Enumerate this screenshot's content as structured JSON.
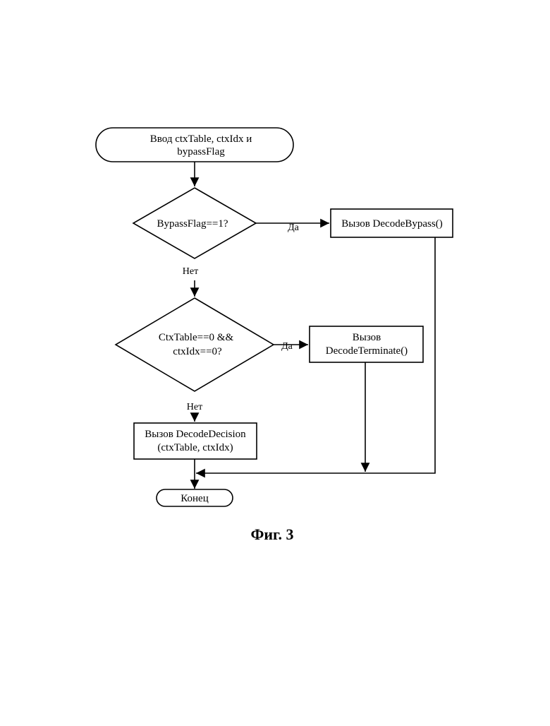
{
  "nodes": {
    "start": {
      "line1": "Ввод ctxTable, ctxIdx и",
      "line2": "bypassFlag"
    },
    "decision_bypass": {
      "label": "BypassFlag==1?"
    },
    "call_bypass": {
      "label": "Вызов DecodeBypass()"
    },
    "decision_terminate": {
      "line1": "CtxTable==0 &&",
      "line2": "ctxIdx==0?"
    },
    "call_terminate": {
      "line1": "Вызов",
      "line2": "DecodeTerminate()"
    },
    "call_decision": {
      "line1": "Вызов DecodeDecision",
      "line2": "(ctxTable, ctxIdx)"
    },
    "end": {
      "label": "Конец"
    }
  },
  "edges": {
    "bypass_yes": "Да",
    "bypass_no": "Нет",
    "terminate_yes": "Да",
    "terminate_no": "Нет"
  },
  "caption": "Фиг. 3",
  "colors": {
    "stroke": "#000000",
    "background": "#ffffff"
  }
}
